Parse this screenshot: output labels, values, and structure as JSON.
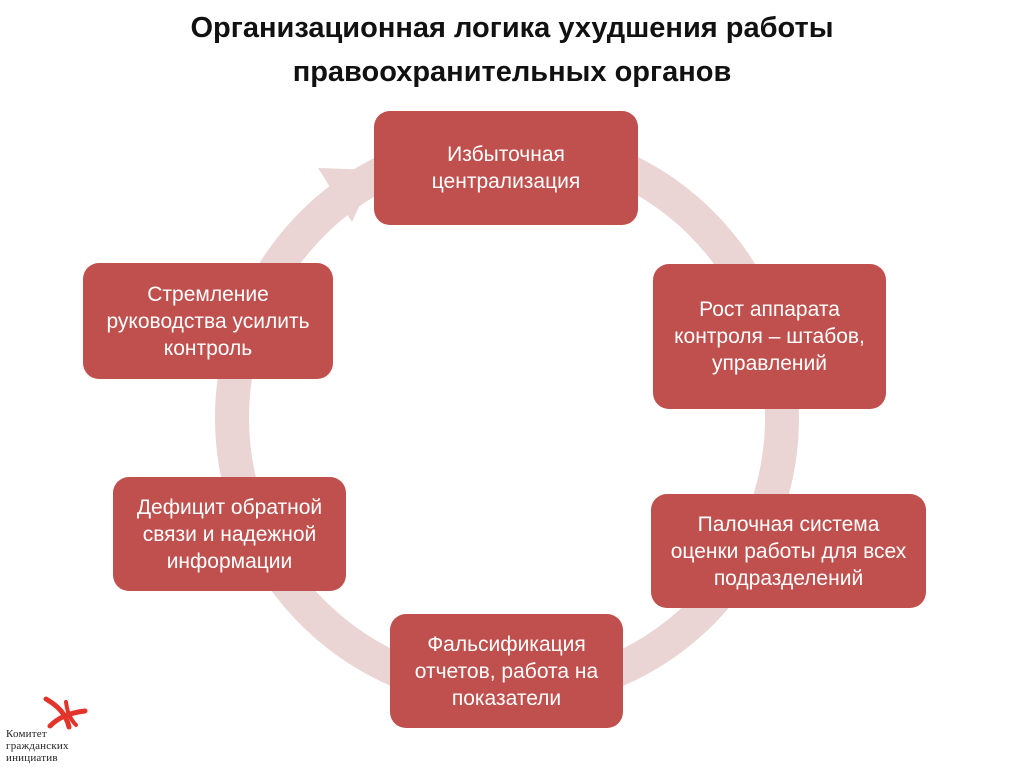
{
  "title": {
    "line1": "Организационная логика ухудшения работы",
    "line2": "правоохранительных органов"
  },
  "cycle": {
    "node1": "Избыточная централизация",
    "node2": "Рост аппарата контроля – штабов, управлений",
    "node3": "Палочная система оценки работы для всех подразделений",
    "node4": "Фальсификация отчетов, работа на показатели",
    "node5": "Дефицит обратной связи и надежной информации",
    "node6": "Стремление руководства усилить контроль"
  },
  "logo": {
    "line1": "Комитет",
    "line2": "гражданских",
    "line3": "инициатив"
  },
  "colors": {
    "node_fill": "#c0504d",
    "ring": "#ead5d4",
    "logo_accent": "#e3342b"
  }
}
